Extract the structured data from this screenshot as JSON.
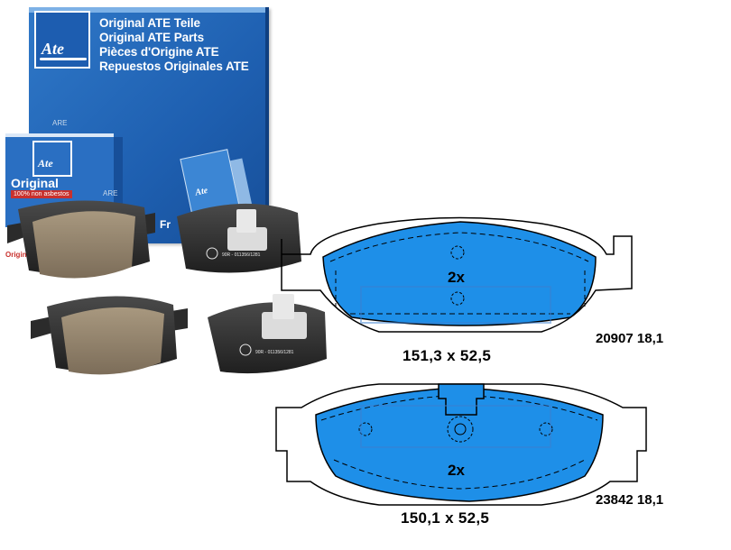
{
  "box": {
    "line1": "Original ATE Teile",
    "line2": "Original ATE Parts",
    "line3": "Pièces d'Origine ATE",
    "line4": "Repuestos Originales ATE",
    "logo": "Ate",
    "watermark": "ARE"
  },
  "small_box": {
    "logo": "Ate",
    "title": "Original",
    "subtitle": "100% non asbestos",
    "watermark": "ARE",
    "side_text": "Fr",
    "red_label": "Original C"
  },
  "leaflet": {
    "logo": "Ate"
  },
  "pad_stamps": {
    "top": "90R - 011356/1281",
    "bottom": "90R - 011356/1281"
  },
  "drawing_top": {
    "count": "2x",
    "dimensions": "151,3 x 52,5",
    "part_number": "20907 18,1"
  },
  "drawing_bottom": {
    "count": "2x",
    "dimensions": "150,1 x 52,5",
    "part_number": "23842 18,1"
  },
  "colors": {
    "box_blue": "#1e5fb0",
    "pad_blue": "#1e8fe8",
    "friction": "#8a7a66",
    "backing": "#2b2b2b"
  }
}
